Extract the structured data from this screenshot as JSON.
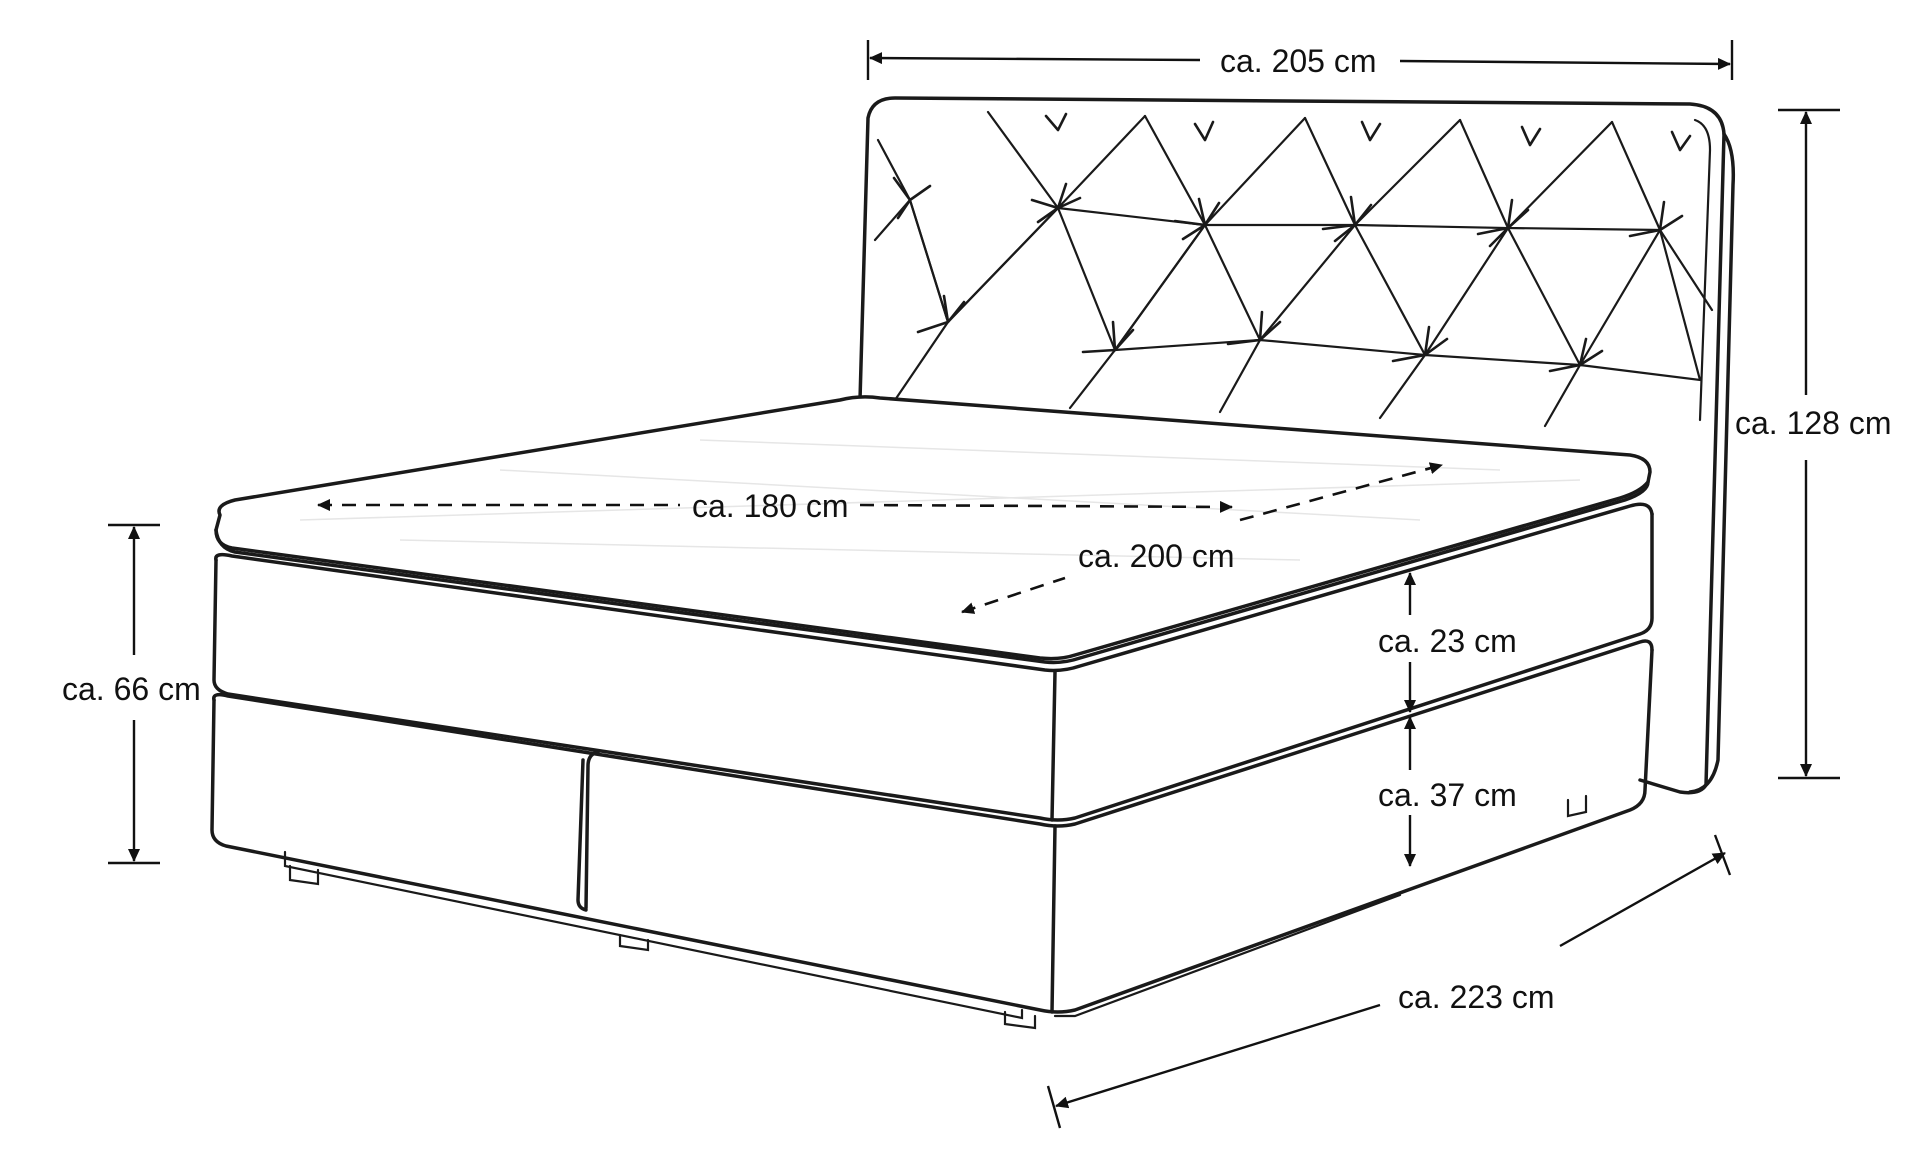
{
  "diagram": {
    "dimensions": {
      "headboard_width": "ca. 205 cm",
      "headboard_height": "ca. 128 cm",
      "mattress_width": "ca. 180 cm",
      "mattress_length": "ca. 200 cm",
      "total_height": "ca. 66 cm",
      "topper_height": "ca. 23 cm",
      "base_height": "ca. 37 cm",
      "total_length": "ca. 223 cm"
    },
    "colors": {
      "line": "#1a1a1a",
      "background": "#ffffff"
    }
  }
}
